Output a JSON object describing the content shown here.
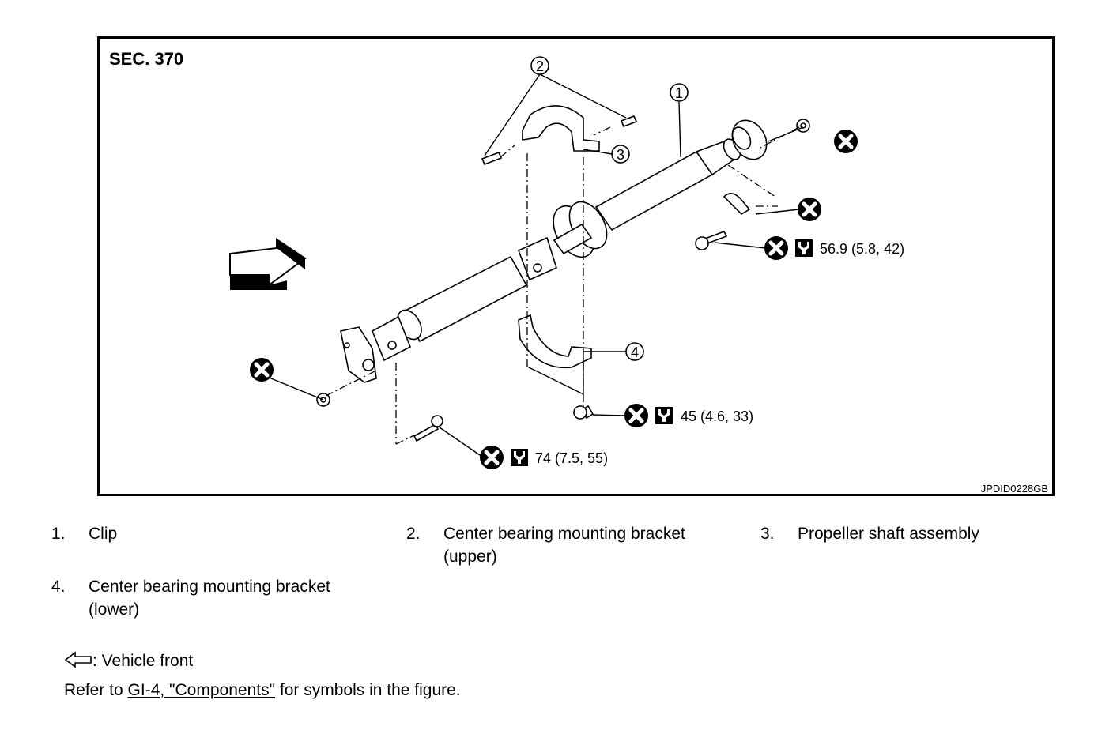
{
  "figure": {
    "section": "SEC. 370",
    "code": "JPDID0228GB",
    "callouts": [
      "1",
      "2",
      "3",
      "4"
    ],
    "torques": [
      {
        "value": "56.9 (5.8, 42)"
      },
      {
        "value": "45 (4.6, 33)"
      },
      {
        "value": "74 (7.5, 55)"
      }
    ],
    "icons": [
      "do-not-reuse-icon",
      "torque-wrench-icon",
      "vehicle-front-arrow-icon"
    ]
  },
  "legend": [
    {
      "num": "1.",
      "text": "Clip"
    },
    {
      "num": "2.",
      "text": "Center bearing mounting bracket (upper)"
    },
    {
      "num": "3.",
      "text": "Propeller shaft assembly"
    },
    {
      "num": "4.",
      "text": "Center bearing mounting bracket (lower)"
    }
  ],
  "notes": {
    "front_label": ": Vehicle front",
    "refer_prefix": "Refer to ",
    "refer_link": "GI-4, \"Components\"",
    "refer_suffix": " for symbols in the figure."
  }
}
